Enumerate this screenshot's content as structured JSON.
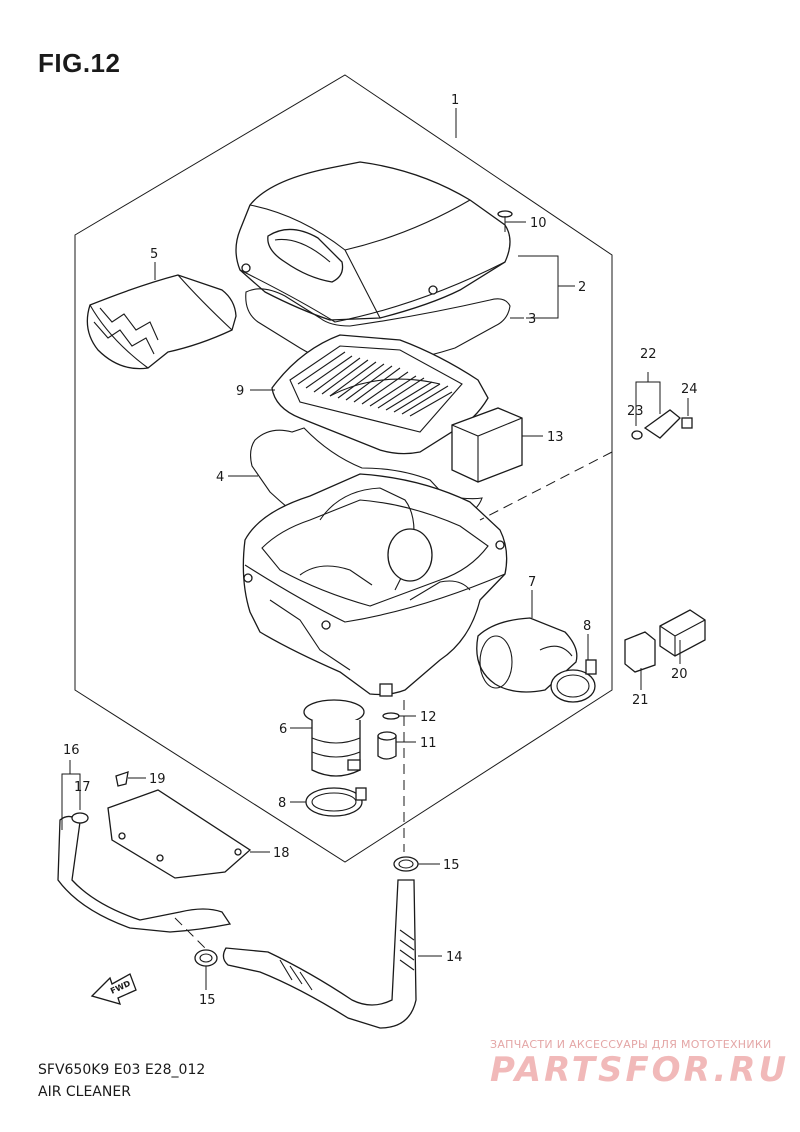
{
  "figure": {
    "title": "FIG.12",
    "code": "SFV650K9 E03 E28_012",
    "name": "AIR CLEANER"
  },
  "watermark": {
    "tagline": "ЗАПЧАСТИ И АКСЕССУАРЫ ДЛЯ МОТОТЕХНИКИ",
    "brand": "PARTSFOR.RU"
  },
  "direction_arrow": {
    "label": "FWD"
  },
  "callouts": [
    {
      "id": "1",
      "text": "1"
    },
    {
      "id": "2",
      "text": "2"
    },
    {
      "id": "3",
      "text": "3"
    },
    {
      "id": "4",
      "text": "4"
    },
    {
      "id": "5",
      "text": "5"
    },
    {
      "id": "6",
      "text": "6"
    },
    {
      "id": "7",
      "text": "7"
    },
    {
      "id": "8a",
      "text": "8"
    },
    {
      "id": "8b",
      "text": "8"
    },
    {
      "id": "9",
      "text": "9"
    },
    {
      "id": "10",
      "text": "10"
    },
    {
      "id": "11",
      "text": "11"
    },
    {
      "id": "12",
      "text": "12"
    },
    {
      "id": "13",
      "text": "13"
    },
    {
      "id": "14",
      "text": "14"
    },
    {
      "id": "15a",
      "text": "15"
    },
    {
      "id": "15b",
      "text": "15"
    },
    {
      "id": "16",
      "text": "16"
    },
    {
      "id": "17",
      "text": "17"
    },
    {
      "id": "18",
      "text": "18"
    },
    {
      "id": "19",
      "text": "19"
    },
    {
      "id": "20",
      "text": "20"
    },
    {
      "id": "21",
      "text": "21"
    },
    {
      "id": "22",
      "text": "22"
    },
    {
      "id": "23",
      "text": "23"
    },
    {
      "id": "24",
      "text": "24"
    }
  ]
}
